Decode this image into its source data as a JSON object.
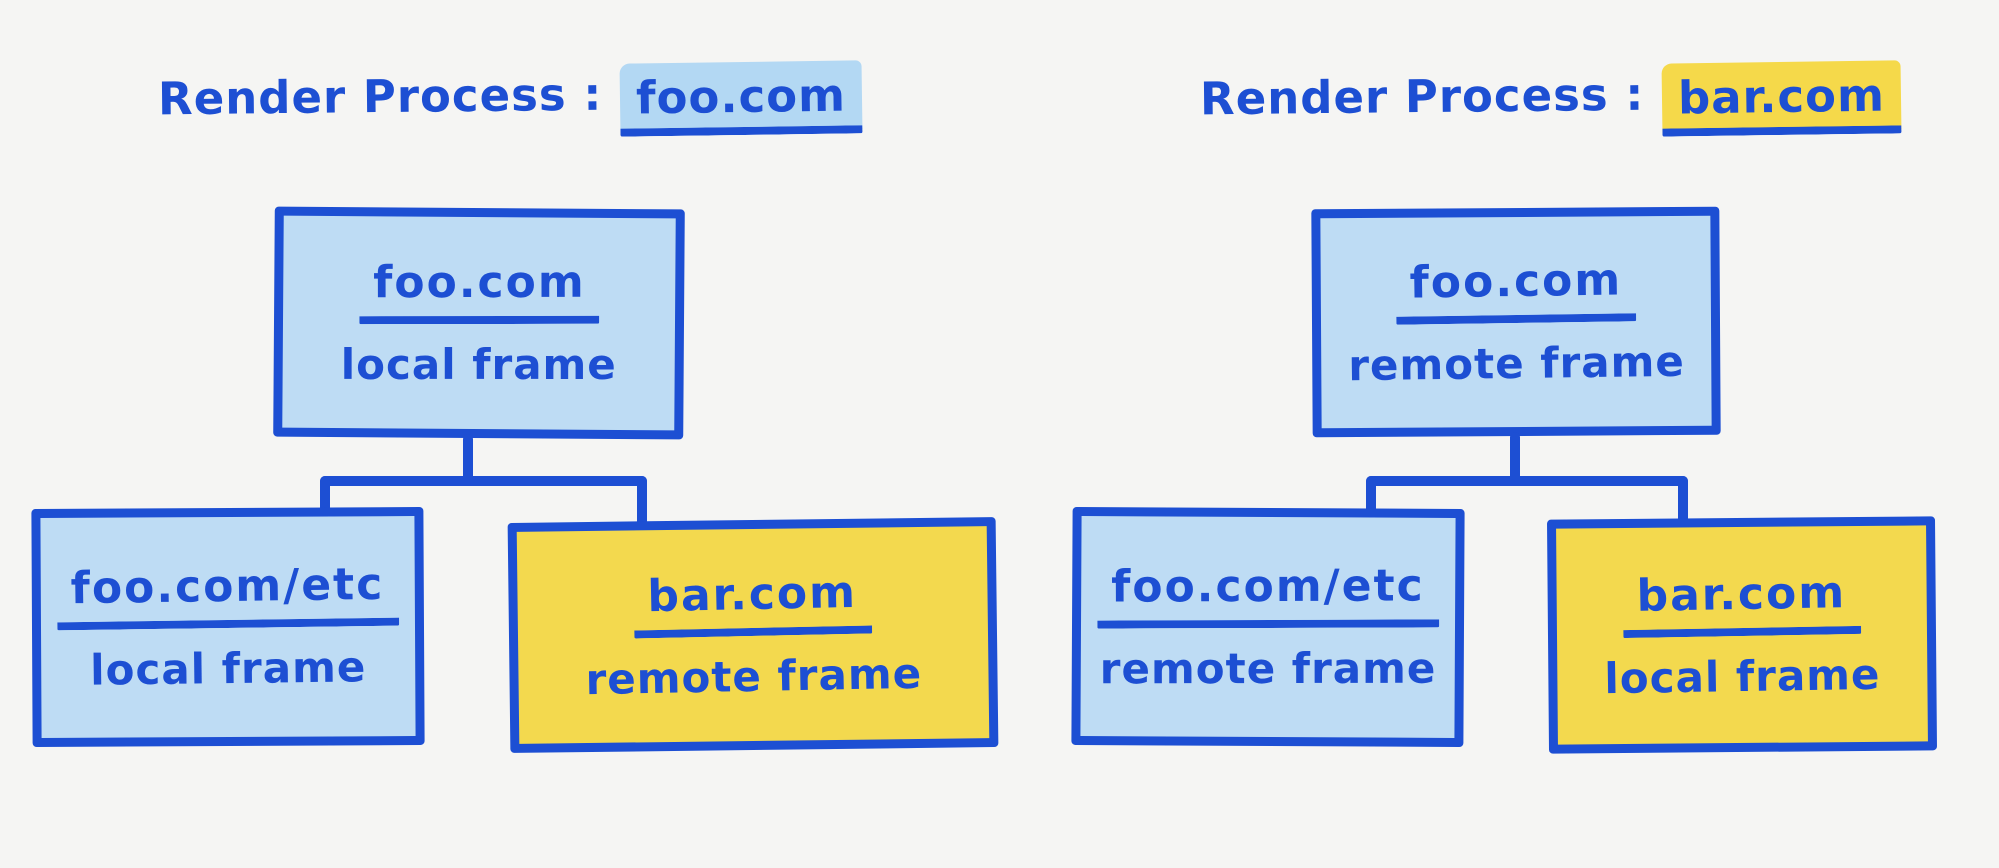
{
  "colors": {
    "ink": "#1d4fd3",
    "fill_blue": "#bedcf4",
    "fill_yellow": "#f3d94e",
    "highlight_blue": "#b3d8f3",
    "highlight_yellow": "#f5d94a",
    "background": "#f5f5f3"
  },
  "diagrams": [
    {
      "title_prefix": "Render Process :",
      "title_domain": "foo.com",
      "root": {
        "domain": "foo.com",
        "frame": "local frame"
      },
      "children": [
        {
          "domain": "foo.com/etc",
          "frame": "local frame"
        },
        {
          "domain": "bar.com",
          "frame": "remote frame"
        }
      ]
    },
    {
      "title_prefix": "Render Process :",
      "title_domain": "bar.com",
      "root": {
        "domain": "foo.com",
        "frame": "remote frame"
      },
      "children": [
        {
          "domain": "foo.com/etc",
          "frame": "remote frame"
        },
        {
          "domain": "bar.com",
          "frame": "local frame"
        }
      ]
    }
  ]
}
